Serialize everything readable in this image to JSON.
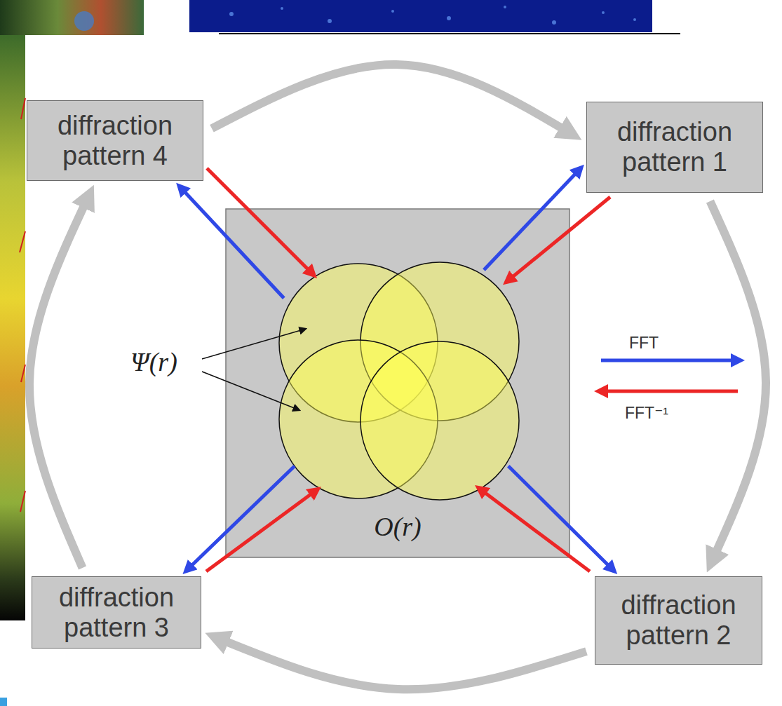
{
  "diagram": {
    "nodes": [
      {
        "text": [
          "diffraction pattern 4"
        ]
      },
      {
        "text": [
          "diffraction pattern 1"
        ]
      },
      {
        "text": [
          "O(r)"
        ]
      },
      {
        "text": [
          "diffraction pattern 3"
        ]
      },
      {
        "text": [
          "diffraction pattern 2"
        ]
      }
    ],
    "edges": [
      {
        "from": 2,
        "to": 1,
        "arrow": "to"
      },
      {
        "from": 1,
        "to": 2,
        "arrow": "to"
      },
      {
        "from": 2,
        "to": 4,
        "arrow": "to"
      },
      {
        "from": 4,
        "to": 2,
        "arrow": "to"
      },
      {
        "from": 2,
        "to": 3,
        "arrow": "to"
      },
      {
        "from": 3,
        "to": 2,
        "arrow": "to"
      },
      {
        "from": 2,
        "to": 0,
        "arrow": "to"
      },
      {
        "from": 0,
        "to": 2,
        "arrow": "to"
      },
      {
        "from": 0,
        "to": 1,
        "arrow": "to"
      },
      {
        "from": 1,
        "to": 4,
        "arrow": "to"
      },
      {
        "from": 4,
        "to": 3,
        "arrow": "to"
      },
      {
        "from": 3,
        "to": 0,
        "arrow": "to"
      }
    ],
    "labels": [
      "Ψ(r)"
    ],
    "legend": [
      {
        "text": "FFT"
      },
      {
        "text": "FFT⁻¹"
      }
    ]
  }
}
